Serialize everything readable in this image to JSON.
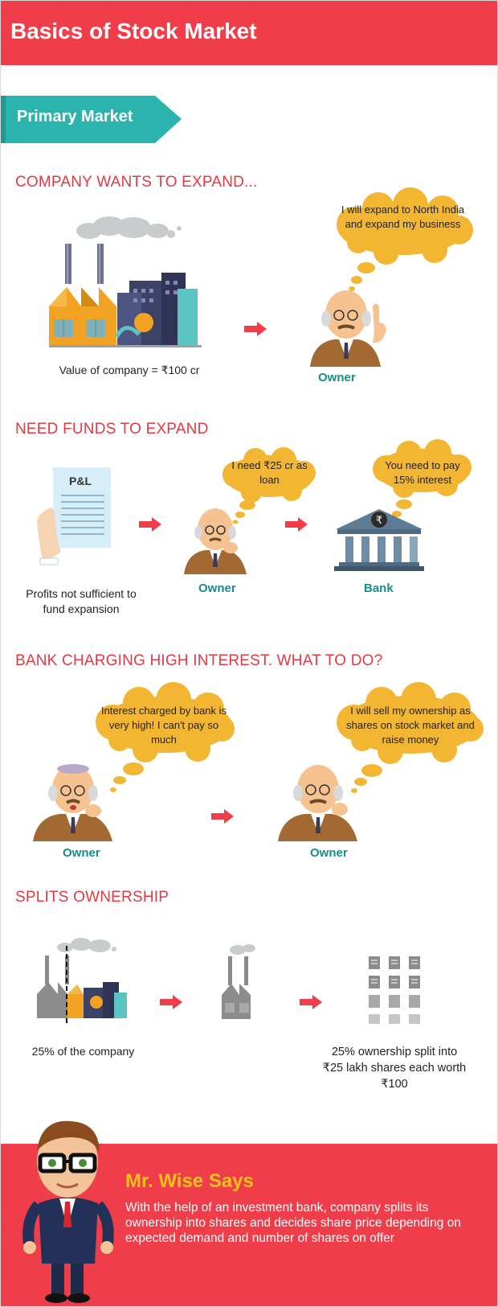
{
  "header": {
    "title": "Basics of Stock Market"
  },
  "section_tag": {
    "label": "Primary Market"
  },
  "sections": {
    "expand": {
      "title": "COMPANY WANTS TO EXPAND...",
      "company_value": "Value of company = ₹100 cr",
      "owner_thought": "I will expand to North India and expand my business",
      "owner_label": "Owner"
    },
    "funds": {
      "title": "NEED FUNDS TO EXPAND",
      "pl_label": "P&L",
      "profits_caption": "Profits not sufficient to fund expansion",
      "owner_thought": "I need ₹25 cr as loan",
      "owner_label": "Owner",
      "bank_thought": "You need to pay 15% interest",
      "bank_label": "Bank"
    },
    "interest": {
      "title": "BANK CHARGING HIGH INTEREST. WHAT TO DO?",
      "owner1_thought": "Interest charged by bank is very high! I can't pay so much",
      "owner1_label": "Owner",
      "owner2_thought": "I will sell my ownership as shares on stock market and raise money",
      "owner2_label": "Owner"
    },
    "splits": {
      "title": "SPLITS OWNERSHIP",
      "company_caption": "25% of the company",
      "shares_caption": "25% ownership split into ₹25 lakh shares each worth ₹100"
    }
  },
  "mr_wise": {
    "title": "Mr. Wise Says",
    "text": "With the help of an investment bank, company splits its ownership into shares and decides share price depending on expected demand and number of shares on offer"
  },
  "colors": {
    "header_red": "#ef3e4a",
    "section_title_red": "#e23a43",
    "teal": "#2bb3ad",
    "label_teal": "#158d89",
    "cloud_yellow": "#f2b632",
    "arrow_red": "#ef3e4a",
    "mr_wise_yellow": "#f7c21c"
  }
}
